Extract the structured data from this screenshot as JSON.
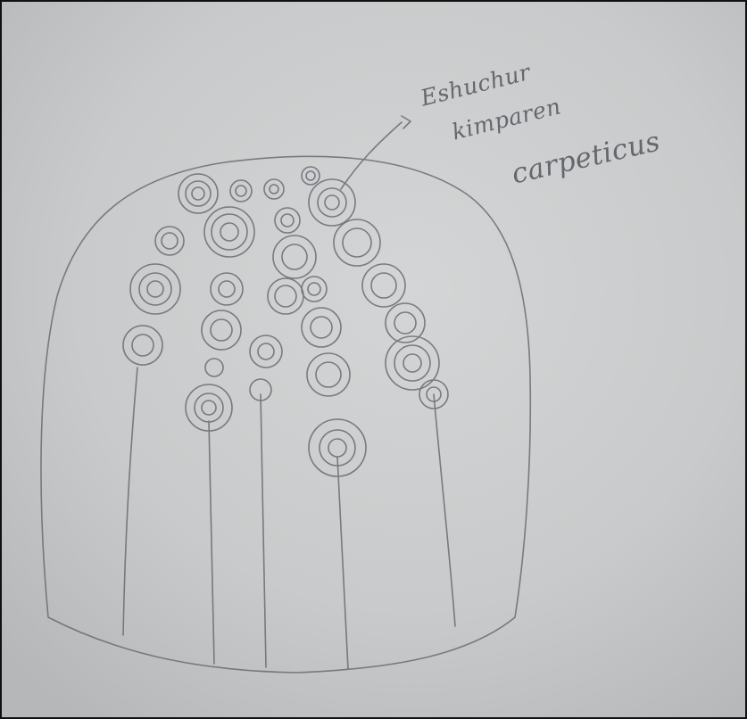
{
  "annotation": {
    "lines": [
      "Eshuchur",
      "kimparen",
      "carpeticus"
    ]
  },
  "colors": {
    "paper": "#c9cbcc",
    "pencil": "#6b6b72"
  }
}
